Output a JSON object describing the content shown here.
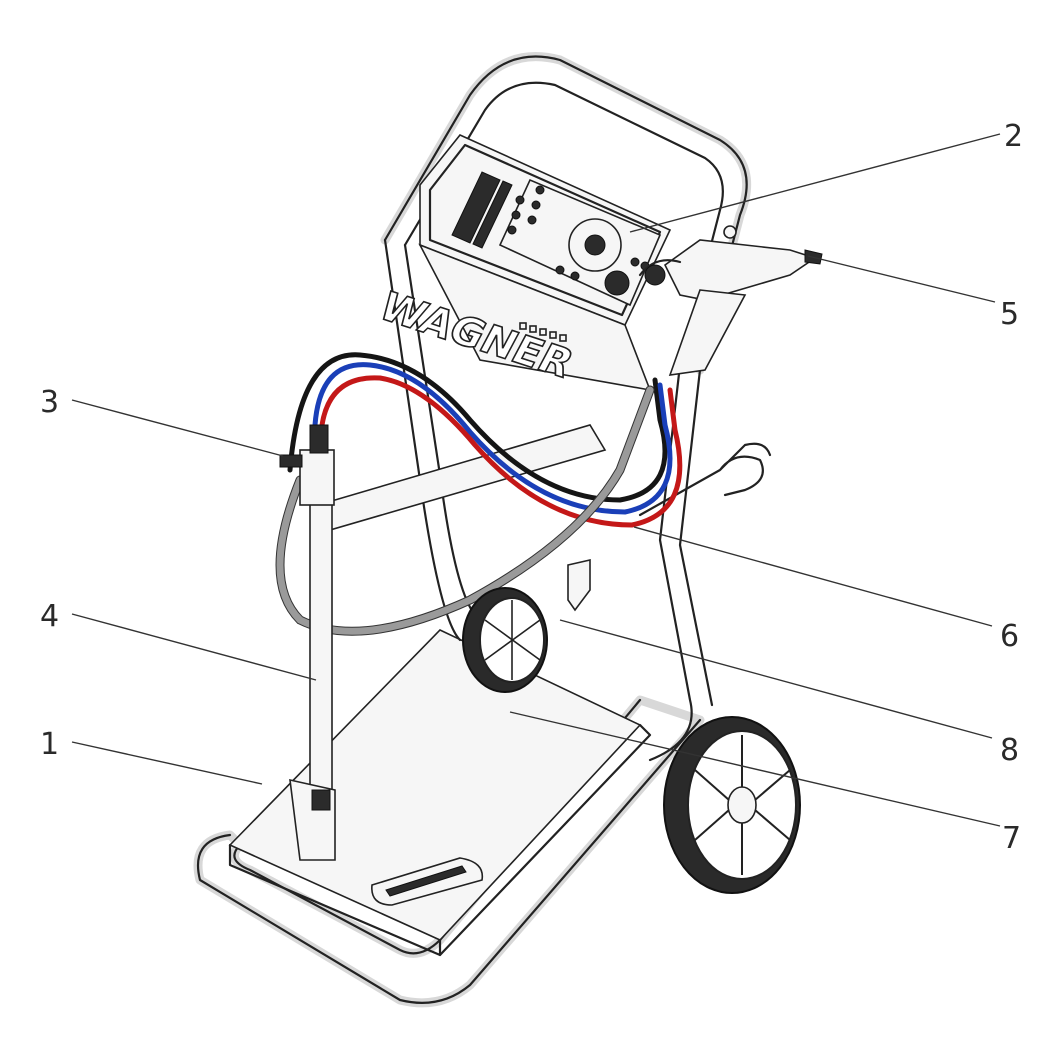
{
  "brand": "WAGNER",
  "callouts": [
    {
      "id": "1",
      "label": "1"
    },
    {
      "id": "2",
      "label": "2"
    },
    {
      "id": "3",
      "label": "3"
    },
    {
      "id": "4",
      "label": "4"
    },
    {
      "id": "5",
      "label": "5"
    },
    {
      "id": "6",
      "label": "6"
    },
    {
      "id": "7",
      "label": "7"
    },
    {
      "id": "8",
      "label": "8"
    }
  ]
}
